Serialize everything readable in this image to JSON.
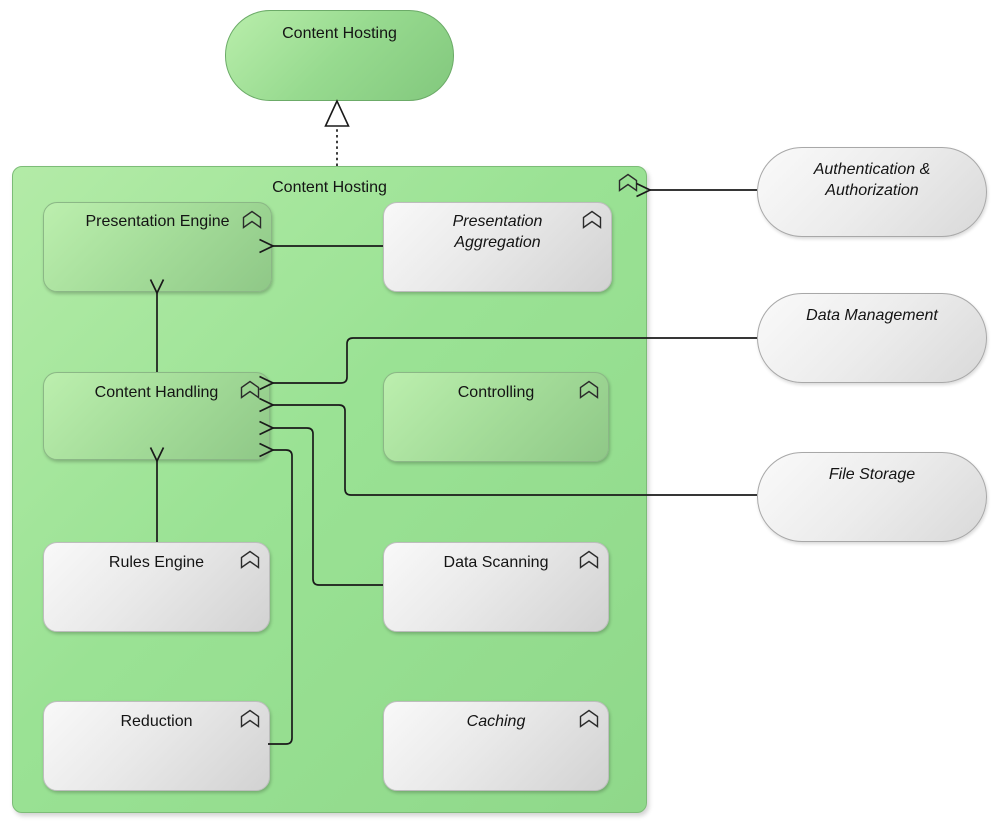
{
  "nodes": {
    "parent": {
      "label": "Content Hosting"
    },
    "container": {
      "label": "Content Hosting"
    },
    "presentation_engine": {
      "label": "Presentation Engine"
    },
    "presentation_aggregation": {
      "label": "Presentation Aggregation"
    },
    "content_handling": {
      "label": "Content Handling"
    },
    "controlling": {
      "label": "Controlling"
    },
    "rules_engine": {
      "label": "Rules Engine"
    },
    "data_scanning": {
      "label": "Data Scanning"
    },
    "reduction": {
      "label": "Reduction"
    },
    "caching": {
      "label": "Caching"
    },
    "authentication": {
      "label": "Authentication & Authorization"
    },
    "data_management": {
      "label": "Data Management"
    },
    "file_storage": {
      "label": "File Storage"
    }
  },
  "icons": {
    "function_icon": "archimate-function-chevron-icon"
  },
  "colors": {
    "container_green": "#9ae294",
    "node_green": "#a4dc99",
    "node_gray": "#e9e9e9",
    "border_green": "#7cbc77",
    "border_gray": "#a8a8a8",
    "line": "#1a1a1a",
    "background": "#ffffff"
  },
  "relations": [
    {
      "from": "Content Hosting (container)",
      "to": "Content Hosting (capsule)",
      "type": "realization-dotted-hollow-triangle"
    },
    {
      "from": "Authentication & Authorization",
      "to": "Content Hosting (container)",
      "type": "open-arrow"
    },
    {
      "from": "Presentation Aggregation",
      "to": "Presentation Engine",
      "type": "open-arrow"
    },
    {
      "from": "Content Handling",
      "to": "Presentation Engine",
      "type": "open-arrow"
    },
    {
      "from": "Rules Engine",
      "to": "Content Handling",
      "type": "open-arrow"
    },
    {
      "from": "Data Management",
      "to": "Content Handling",
      "type": "open-arrow"
    },
    {
      "from": "File Storage",
      "to": "Content Handling",
      "type": "open-arrow"
    },
    {
      "from": "Data Scanning",
      "to": "Content Handling",
      "type": "open-arrow"
    },
    {
      "from": "Reduction",
      "to": "Content Handling",
      "type": "open-arrow"
    }
  ]
}
